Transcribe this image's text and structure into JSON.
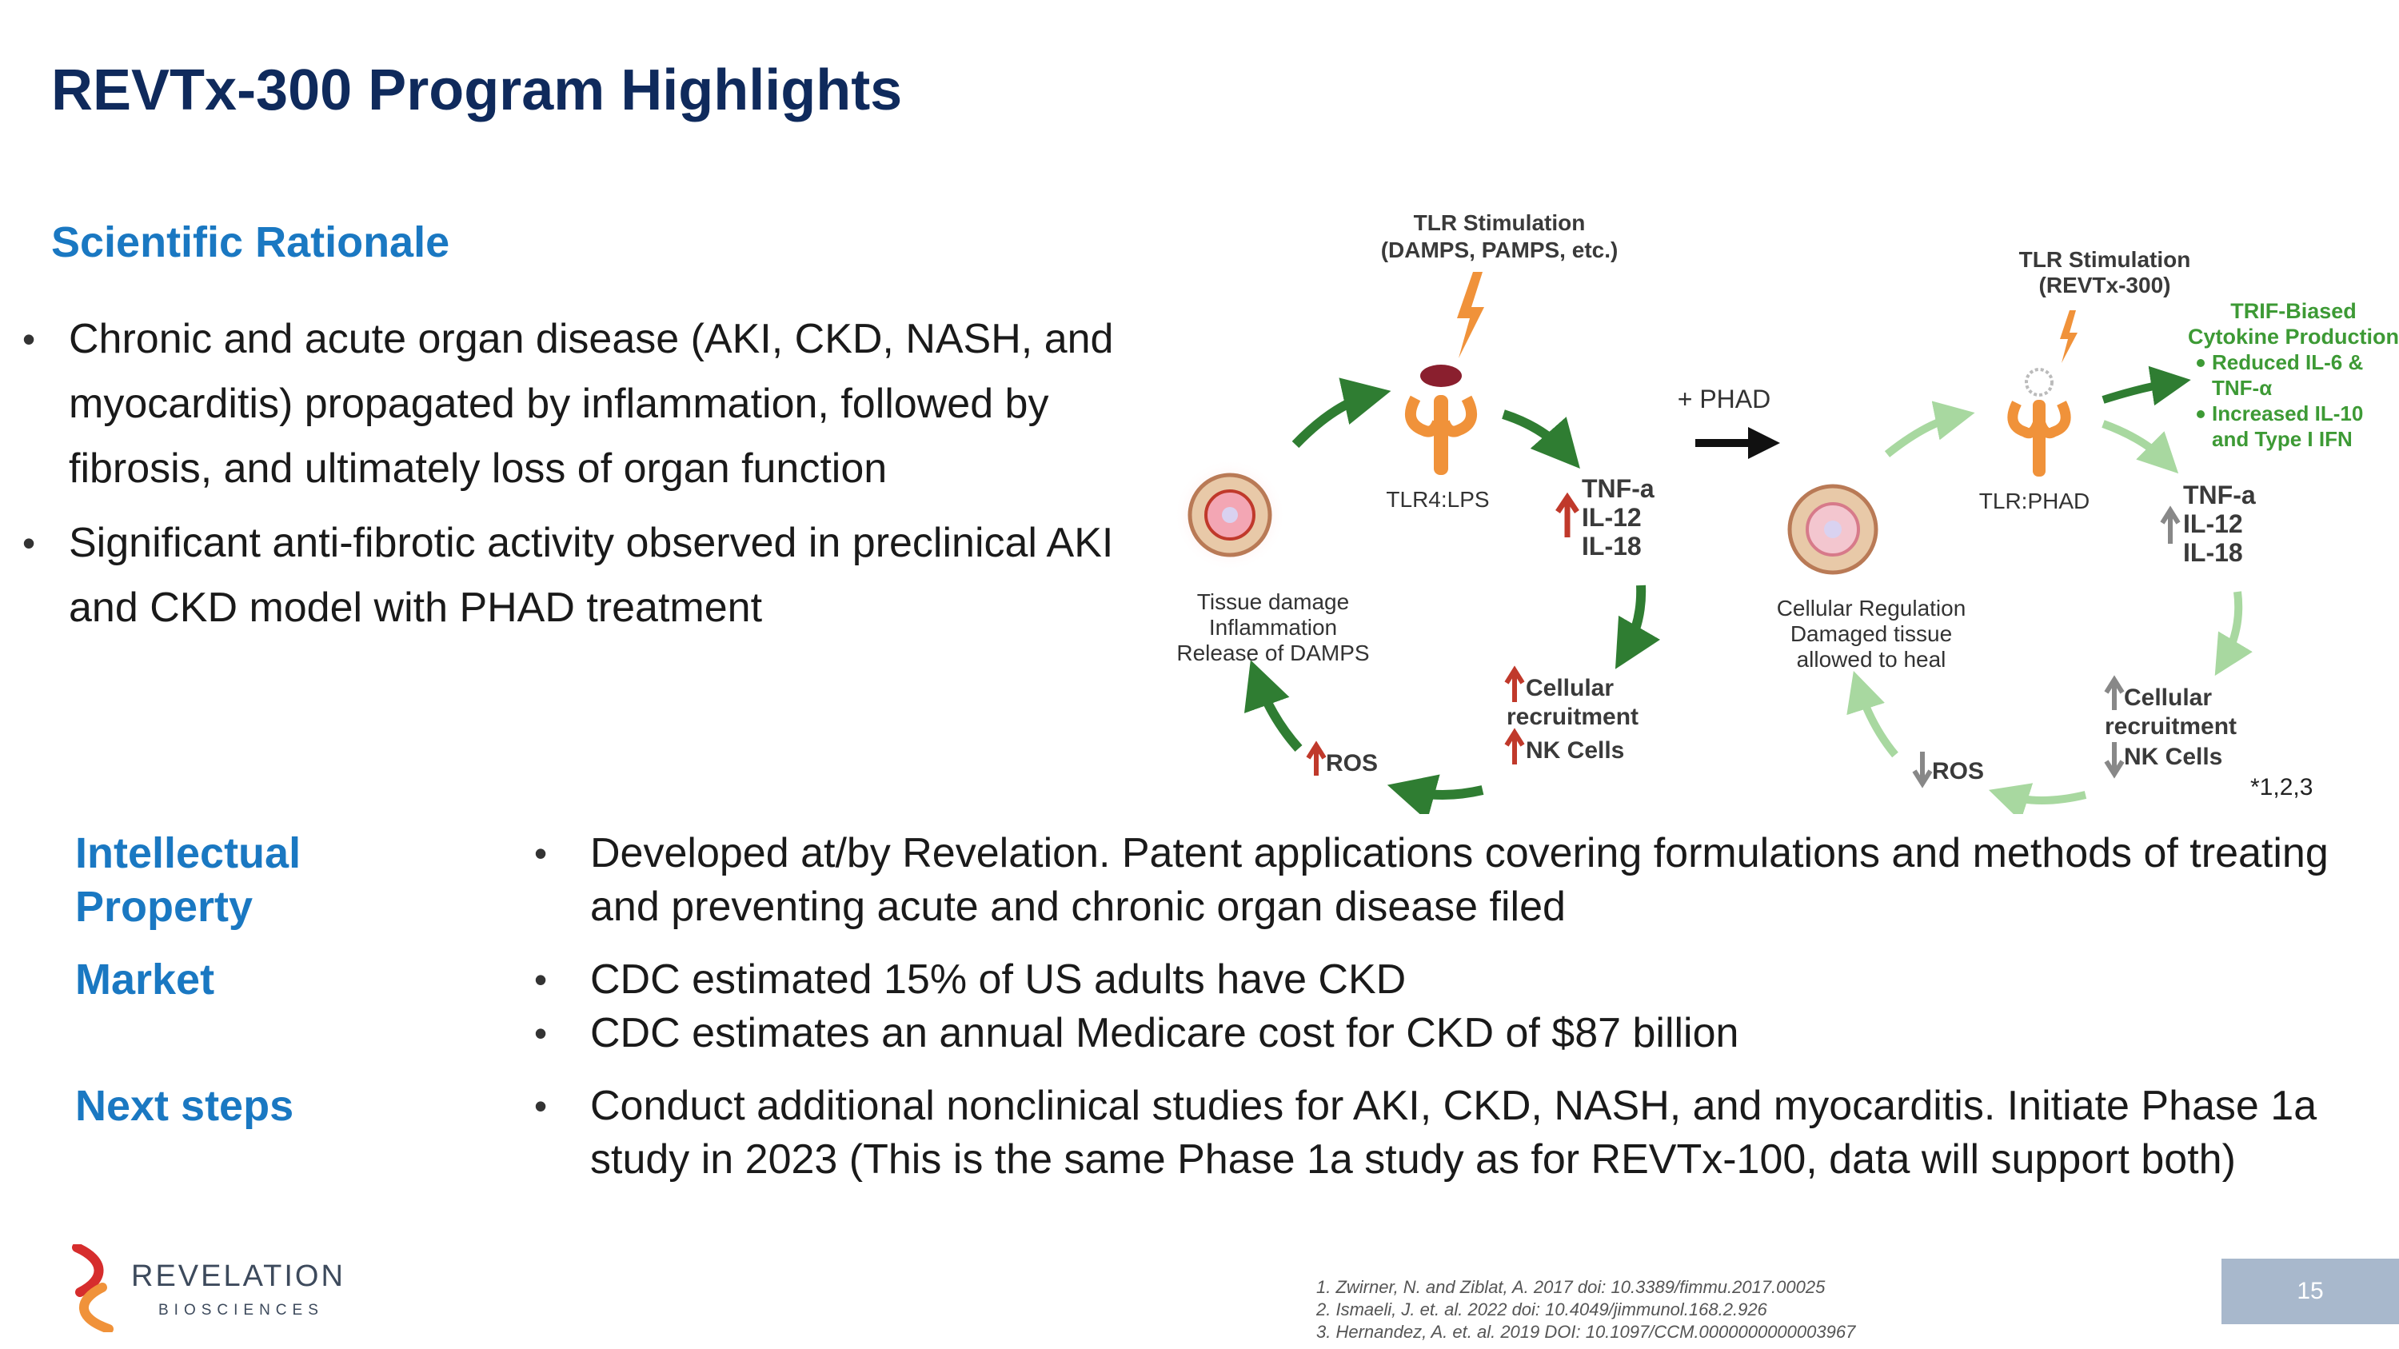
{
  "title": "REVTx-300 Program Highlights",
  "rationale": {
    "heading": "Scientific Rationale",
    "bullets": [
      "Chronic and acute organ disease (AKI, CKD, NASH, and myocarditis) propagated by inflammation, followed by fibrosis, and ultimately loss of organ function",
      "Significant anti-fibrotic activity observed in preclinical AKI and CKD model with PHAD treatment"
    ]
  },
  "diagram": {
    "left": {
      "stim_line1": "TLR Stimulation",
      "stim_line2": "(DAMPS, PAMPS, etc.)",
      "receptor": "TLR4:LPS",
      "cytokines": [
        "TNF-a",
        "IL-12",
        "IL-18"
      ],
      "cellular": [
        "Cellular",
        "recruitment",
        "NK Cells"
      ],
      "ros": "ROS",
      "tissue": [
        "Tissue damage",
        "Inflammation",
        "Release of DAMPS"
      ]
    },
    "phad_label": "+ PHAD",
    "right": {
      "stim_line1": "TLR Stimulation",
      "stim_line2": "(REVTx-300)",
      "receptor": "TLR:PHAD",
      "trif_line1": "TRIF-Biased",
      "trif_line2": "Cytokine Production",
      "trif_bullets": [
        "Reduced IL-6 &",
        "TNF-α",
        "Increased IL-10",
        "and Type I IFN"
      ],
      "cytokines": [
        "TNF-a",
        "IL-12",
        "IL-18"
      ],
      "cellular": [
        "Cellular",
        "recruitment",
        "NK Cells"
      ],
      "ros": "ROS",
      "regulation": [
        "Cellular Regulation",
        "Damaged tissue",
        "allowed to heal"
      ]
    },
    "ref_marker": "*1,2,3"
  },
  "ip": {
    "label_line1": "Intellectual",
    "label_line2": "Property",
    "bullets": [
      "Developed at/by Revelation.  Patent applications covering formulations and methods of treating and preventing acute and chronic organ disease filed"
    ]
  },
  "market": {
    "label": "Market",
    "bullets": [
      "CDC estimated 15% of US adults have CKD",
      "CDC estimates an annual Medicare cost for CKD of $87 billion"
    ]
  },
  "next_steps": {
    "label": "Next steps",
    "bullets": [
      "Conduct additional nonclinical studies for AKI, CKD, NASH, and myocarditis. Initiate Phase 1a study in 2023 (This is the same Phase 1a study as for REVTx-100, data will support both)"
    ]
  },
  "logo": {
    "name": "REVELATION",
    "sub": "BIOSCIENCES"
  },
  "references": [
    "1. Zwirner, N. and Ziblat, A. 2017 doi: 10.3389/fimmu.2017.00025",
    "2. Ismaeli, J. et. al. 2022 doi: 10.4049/jimmunol.168.2.926",
    "3. Hernandez, A. et. al. 2019 DOI: 10.1097/CCM.0000000000003967"
  ],
  "page_number": "15",
  "colors": {
    "title": "#0f2a5c",
    "accent": "#1a78c2",
    "dark_green": "#2f7d32",
    "light_green": "#a8d8a0",
    "orange": "#f0923a"
  }
}
